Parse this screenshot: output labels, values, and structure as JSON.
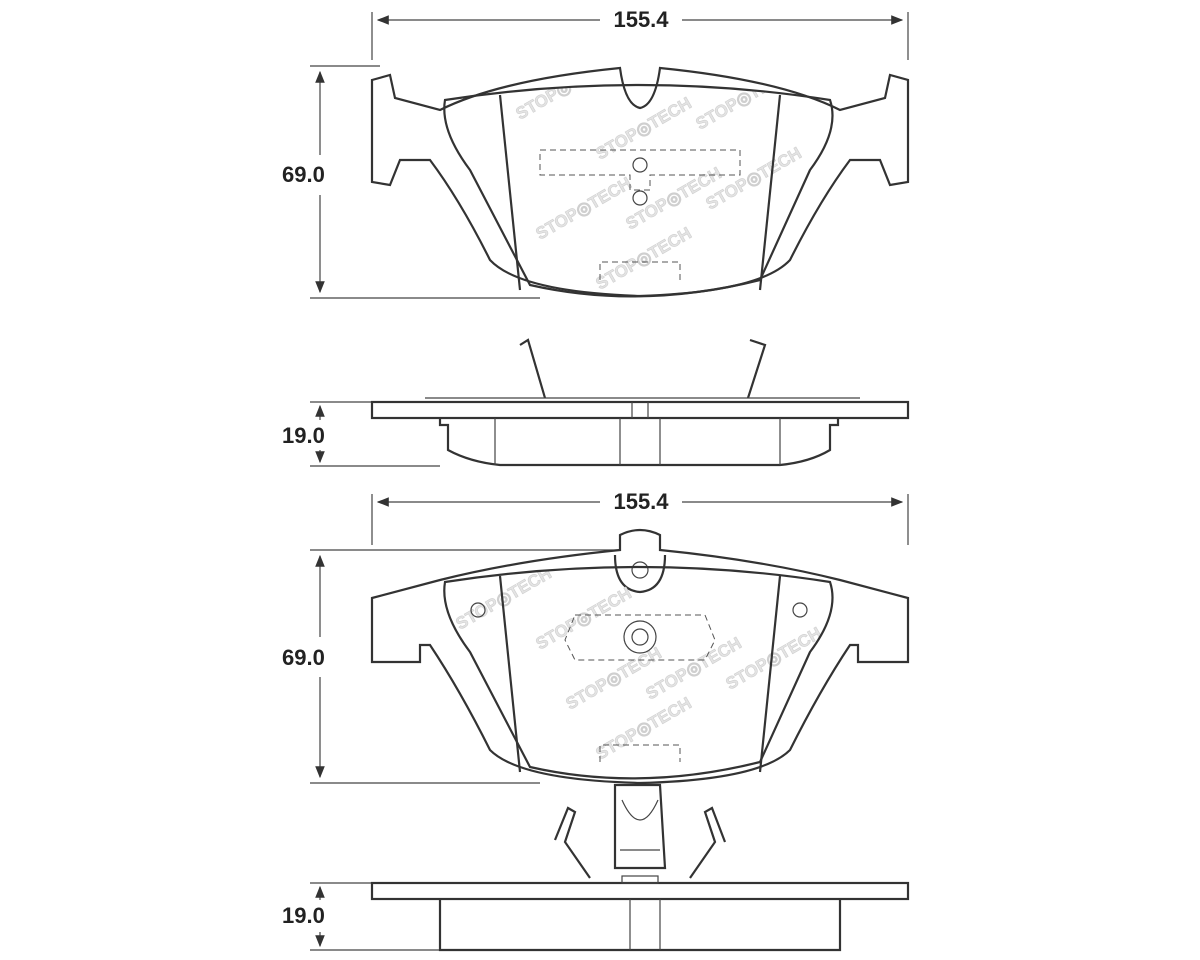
{
  "drawing": {
    "top_view_1": {
      "width_label": "155.4",
      "height_label": "69.0"
    },
    "side_view_1": {
      "thickness_label": "19.0"
    },
    "top_view_2": {
      "width_label": "155.4",
      "height_label": "69.0"
    },
    "side_view_2": {
      "thickness_label": "19.0"
    },
    "watermark": "STOPTECH",
    "line_color": "#333333"
  }
}
